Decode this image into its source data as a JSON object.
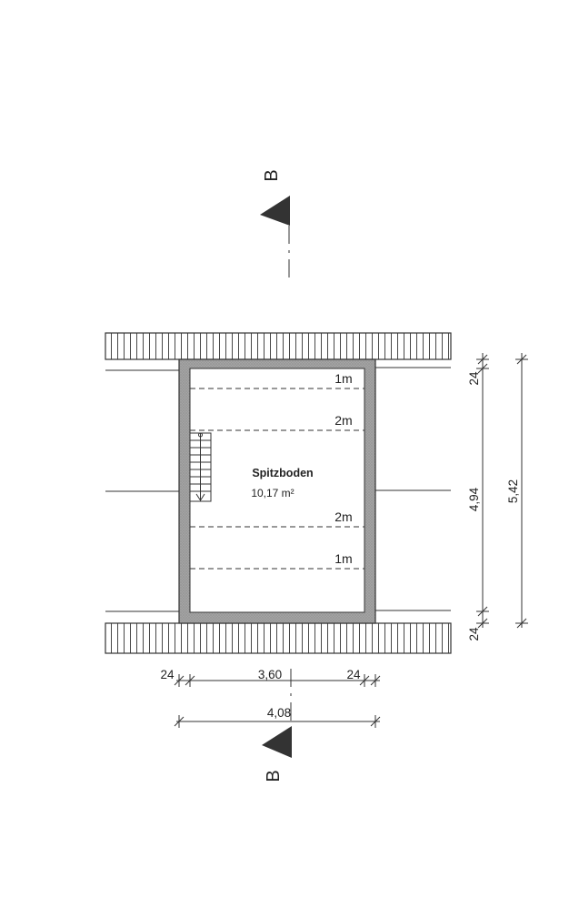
{
  "plan": {
    "section_letter": "B",
    "room_name": "Spitzboden",
    "room_area": "10,17 m²",
    "height_zones": [
      "1m",
      "2m",
      "2m",
      "1m"
    ],
    "dimensions": {
      "wall_left": "24",
      "inner_width": "3,60",
      "wall_right": "24",
      "outer_width": "4,08",
      "wall_top": "24",
      "inner_length": "4,94",
      "wall_bottom": "24",
      "outer_length": "5,42"
    },
    "colors": {
      "wall_fill": "#9a9a9a",
      "line": "#333333"
    }
  }
}
